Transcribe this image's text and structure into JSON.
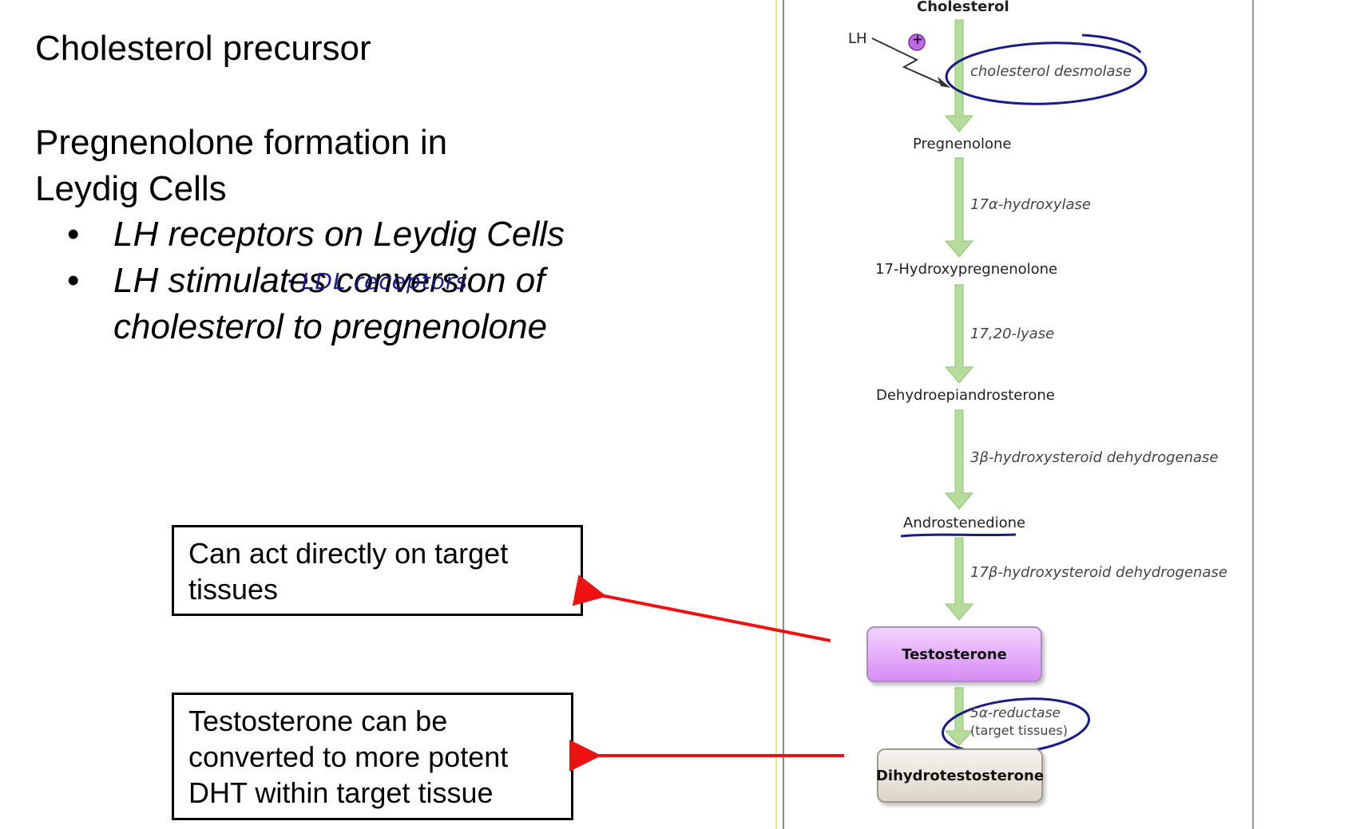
{
  "slide": {
    "heading1": "Cholesterol precursor",
    "heading2": "Pregnenolone formation in Leydig Cells",
    "bullets": [
      "LH receptors on Leydig Cells",
      "LH stimulates conversion of cholesterol to pregnenolone"
    ],
    "bullet_symbol": "•",
    "handwritten_note": "· LDL receptors"
  },
  "callouts": {
    "direct": "Can act directly on target tissues",
    "dht": "Testosterone can be converted to more potent DHT within target tissue"
  },
  "pathway": {
    "lh_label": "LH",
    "plus_symbol": "+",
    "compounds": [
      "Cholesterol",
      "Pregnenolone",
      "17-Hydroxypregnenolone",
      "Dehydroepiandrosterone",
      "Androstenedione",
      "Testosterone",
      "Dihydrotestosterone"
    ],
    "enzymes": [
      "cholesterol desmolase",
      "17α-hydroxylase",
      "17,20-lyase",
      "3β-hydroxysteroid dehydrogenase",
      "17β-hydroxysteroid dehydrogenase",
      "5α-reductase",
      "(target tissues)"
    ]
  },
  "colors": {
    "arrow_green": "#b6dc9c",
    "callout_red": "#ee1111",
    "ink_blue": "#1a1a8a",
    "plus_purple": "#c16ae6",
    "panel_border": "#e6e68a"
  }
}
